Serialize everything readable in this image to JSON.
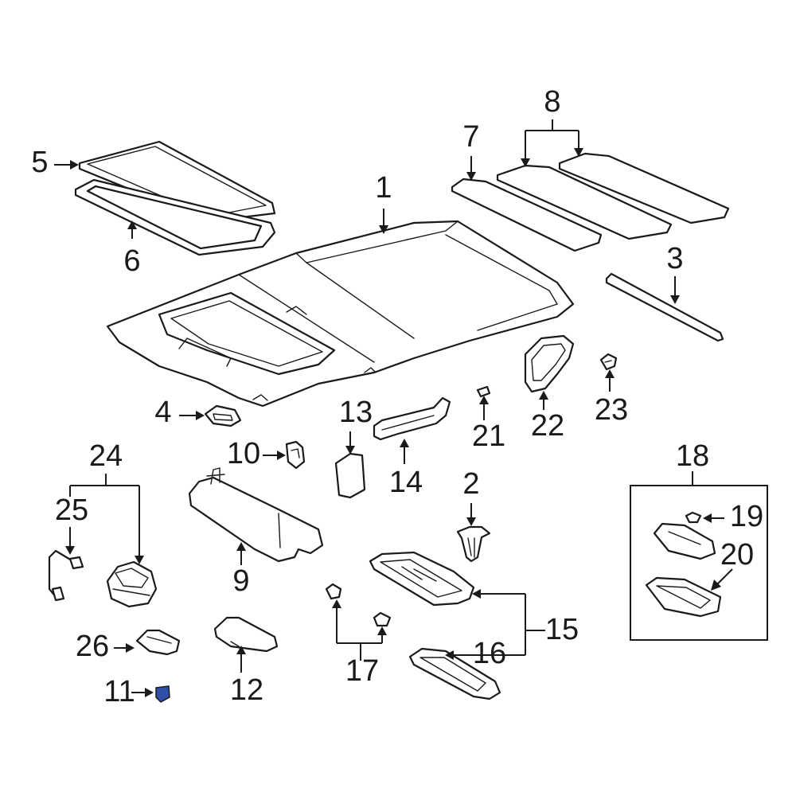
{
  "diagram": {
    "callouts": [
      "1",
      "2",
      "3",
      "4",
      "5",
      "6",
      "7",
      "8",
      "9",
      "10",
      "11",
      "12",
      "13",
      "14",
      "15",
      "16",
      "17",
      "18",
      "19",
      "20",
      "21",
      "22",
      "23",
      "24",
      "25",
      "26"
    ]
  },
  "colors": {
    "line": "#1a1a1a",
    "part_fill": "#ffffff",
    "part_shade": "#e6e6e6",
    "highlight_part_11": "#2f4fa8"
  }
}
